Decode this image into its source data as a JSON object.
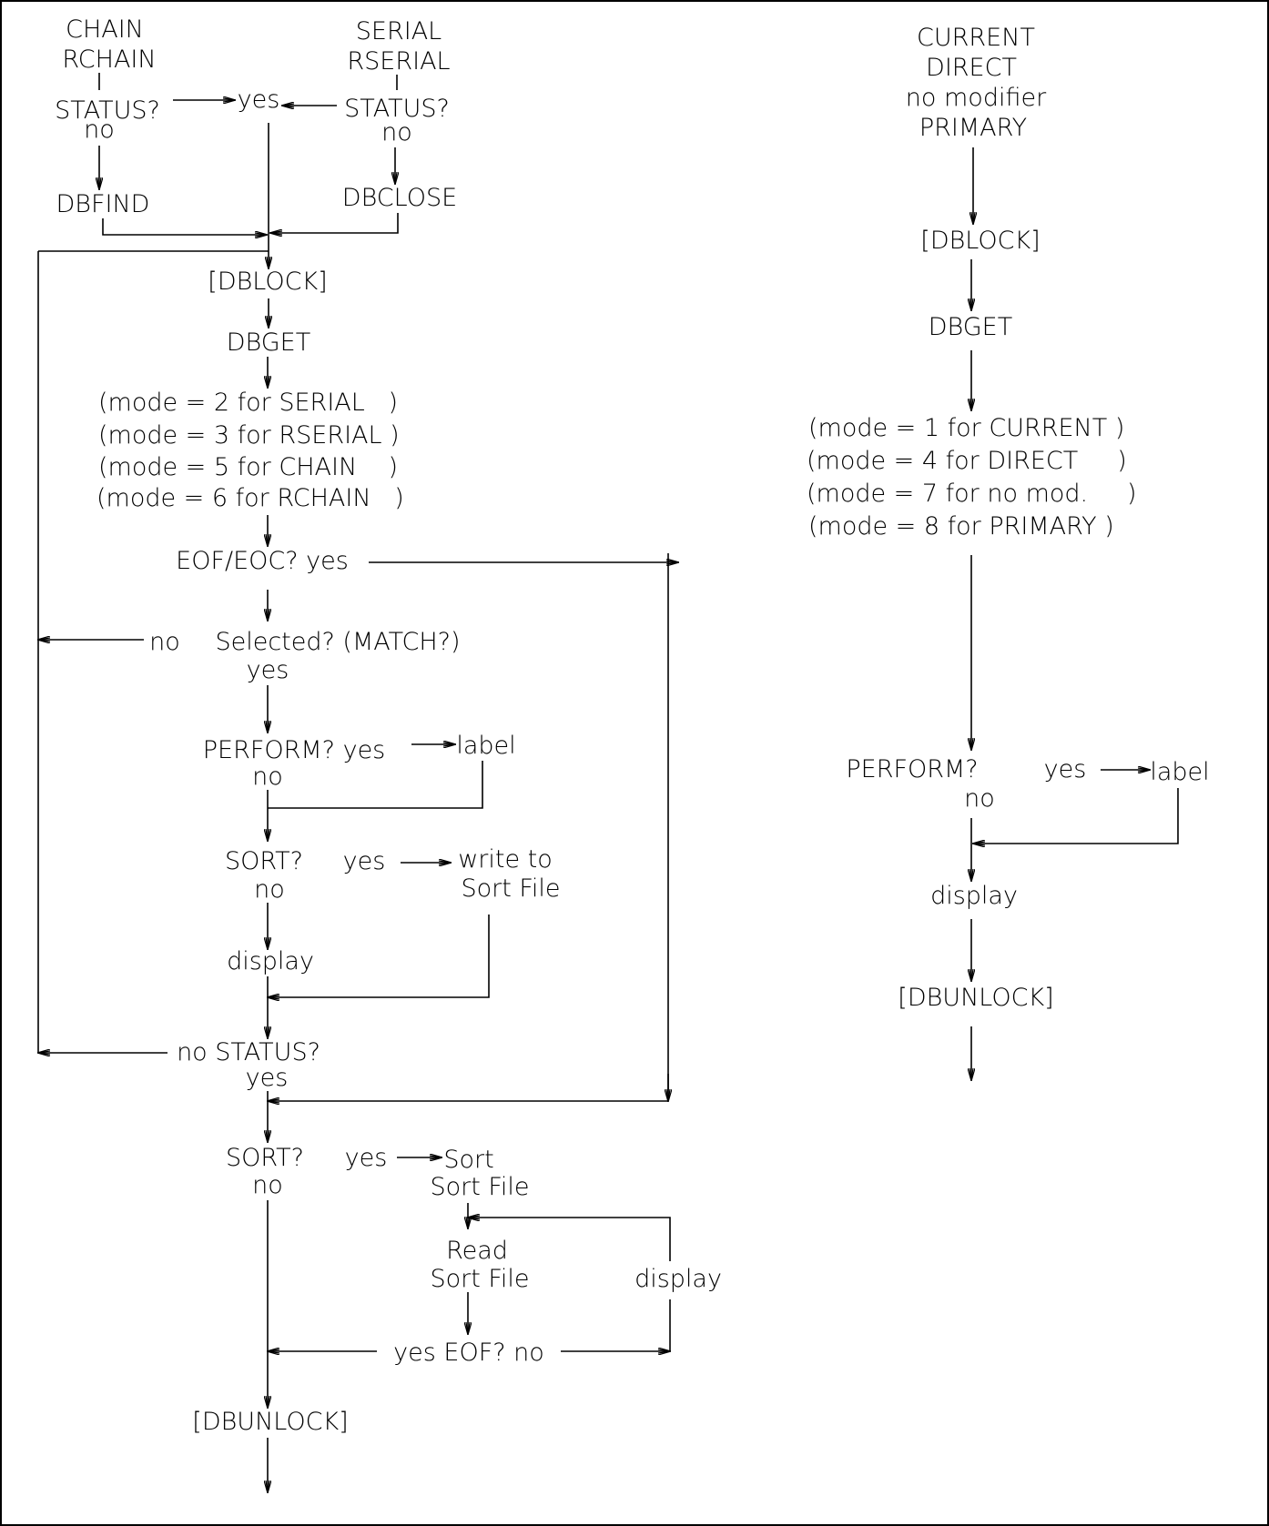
{
  "diagram": {
    "line_color": "#000000",
    "background_color": "#ffffff",
    "left_flow": {
      "start_chain": [
        "CHAIN",
        "RCHAIN"
      ],
      "start_serial": [
        "SERIAL",
        "RSERIAL"
      ],
      "status_chain": "STATUS?",
      "status_serial": "STATUS?",
      "yes_merge": "yes",
      "no_chain": "no",
      "no_serial": "no",
      "dbfind": "DBFIND",
      "dbclose": "DBCLOSE",
      "dblock": "[DBLOCK]",
      "dbget": "DBGET",
      "modes": [
        "(mode = 2 for SERIAL   )",
        "(mode = 3 for RSERIAL )",
        "(mode = 5 for CHAIN    )",
        "(mode = 6 for RCHAIN   )"
      ],
      "eof_check": "EOF/EOC? yes",
      "selected_no": "no",
      "selected": "Selected? (MATCH?)",
      "selected_yes": "yes",
      "perform": "PERFORM? yes",
      "perform_no": "no",
      "perform_label": "label",
      "sort_q": "SORT?",
      "sort_yes": "yes",
      "sort_no": "no",
      "write_to": [
        "write to",
        "Sort File"
      ],
      "display": "display",
      "status_q": "no STATUS?",
      "status_yes": "yes",
      "sort2_q": "SORT?",
      "sort2_yes": "yes",
      "sort2_no": "no",
      "sort_sort_file": [
        "Sort",
        "Sort File"
      ],
      "read_sort_file": [
        "Read",
        "Sort File"
      ],
      "display2": "display",
      "eof2": "yes EOF? no",
      "dbunlock": "[DBUNLOCK]"
    },
    "right_flow": {
      "start": [
        "CURRENT",
        "DIRECT",
        "no modifier",
        "PRIMARY"
      ],
      "dblock": "[DBLOCK]",
      "dbget": "DBGET",
      "modes": [
        "(mode = 1 for CURRENT )",
        "(mode = 4 for DIRECT     )",
        "(mode = 7 for no mod.     )",
        "(mode = 8 for PRIMARY )"
      ],
      "perform": "PERFORM?",
      "perform_yes": "yes",
      "perform_label": "label",
      "perform_no": "no",
      "display": "display",
      "dbunlock": "[DBUNLOCK]"
    }
  }
}
